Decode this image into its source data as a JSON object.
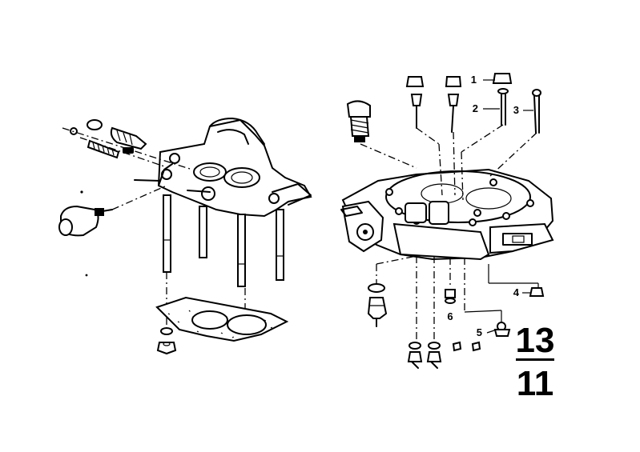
{
  "callouts": [
    "1",
    "2",
    "3",
    "4",
    "5",
    "6"
  ],
  "page_reference": {
    "group": "13",
    "subgroup": "11"
  },
  "colors": {
    "ink": "#000000",
    "paper": "#ffffff"
  }
}
